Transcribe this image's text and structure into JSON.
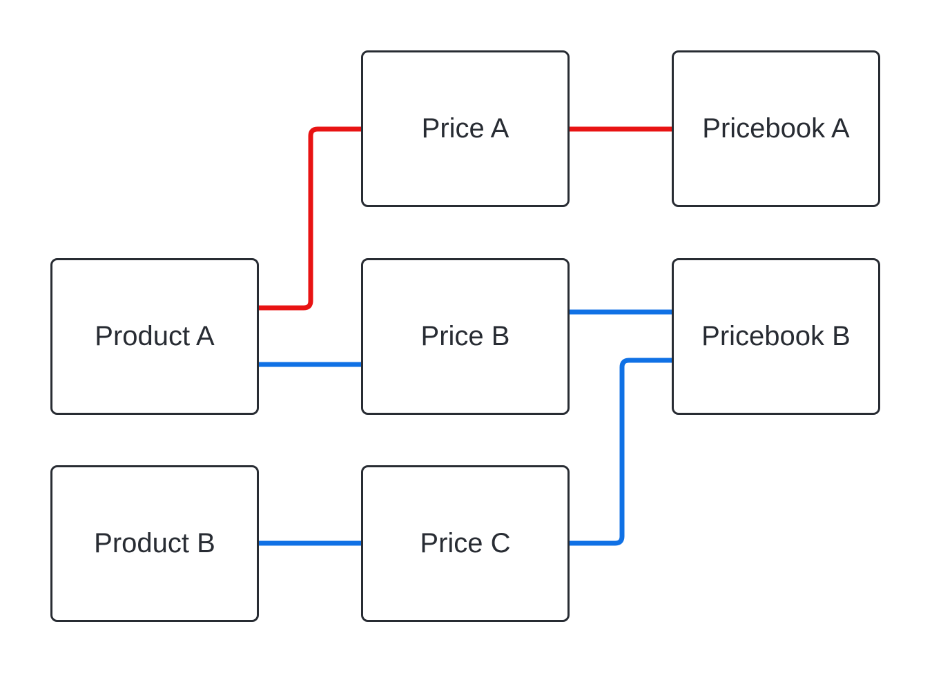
{
  "colors": {
    "node_border": "#282c33",
    "node_text": "#282c33",
    "red_connector": "#e81313",
    "blue_connector": "#1071e5",
    "background": "#ffffff"
  },
  "nodes": {
    "product_a": "Product A",
    "product_b": "Product B",
    "price_a": "Price A",
    "price_b": "Price B",
    "price_c": "Price C",
    "pricebook_a": "Pricebook A",
    "pricebook_b": "Pricebook B"
  },
  "edges": [
    {
      "from": "Product A",
      "to": "Price A",
      "color": "red"
    },
    {
      "from": "Price A",
      "to": "Pricebook A",
      "color": "red"
    },
    {
      "from": "Product A",
      "to": "Price B",
      "color": "blue"
    },
    {
      "from": "Price B",
      "to": "Pricebook B",
      "color": "blue"
    },
    {
      "from": "Product B",
      "to": "Price C",
      "color": "blue"
    },
    {
      "from": "Price C",
      "to": "Pricebook B",
      "color": "blue"
    }
  ]
}
